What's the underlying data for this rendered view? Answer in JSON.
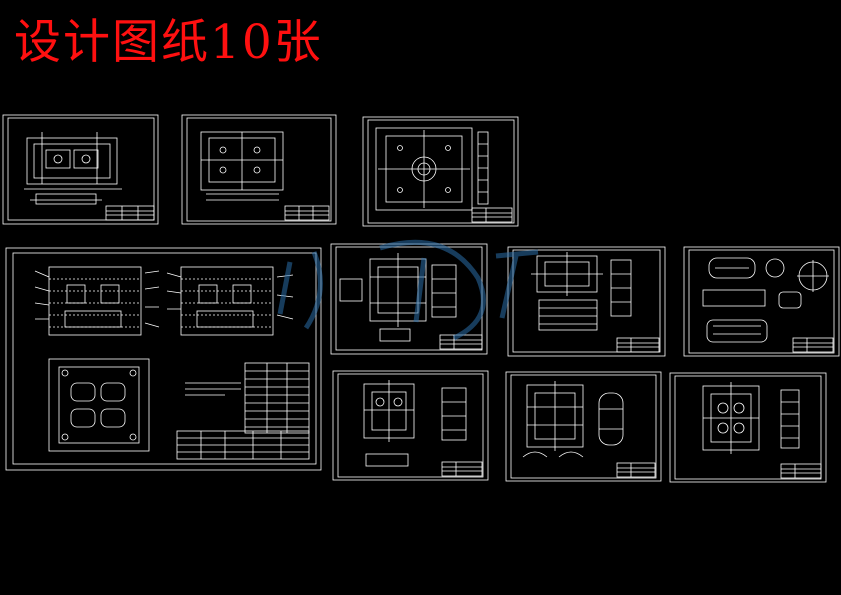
{
  "title": "设计图纸10张",
  "colors": {
    "background": "#000000",
    "title": "#ff1010",
    "drawing": "#ffffff",
    "watermark": "#2b6ea8"
  },
  "drawing_sheets": [
    {
      "id": "sheet-1"
    },
    {
      "id": "sheet-2"
    },
    {
      "id": "sheet-3"
    },
    {
      "id": "sheet-4"
    },
    {
      "id": "sheet-5"
    },
    {
      "id": "sheet-6"
    },
    {
      "id": "sheet-7"
    },
    {
      "id": "sheet-8"
    },
    {
      "id": "sheet-9"
    },
    {
      "id": "sheet-10"
    }
  ]
}
